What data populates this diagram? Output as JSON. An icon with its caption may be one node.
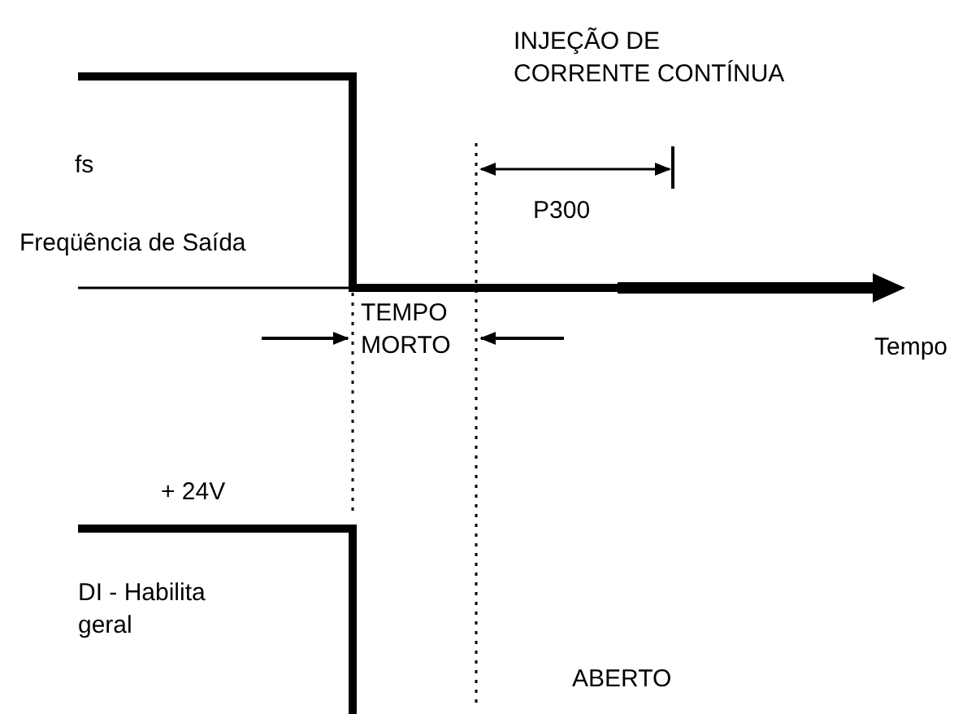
{
  "diagram": {
    "labels": [
      "INJEÇÃO DE CORRENTE CONTÍNUA",
      "fs",
      "P300",
      "Freqüência de Saída",
      "TEMPO MORTO",
      "Tempo",
      "+ 24V",
      "DI - Habilita geral",
      "ABERTO"
    ]
  }
}
